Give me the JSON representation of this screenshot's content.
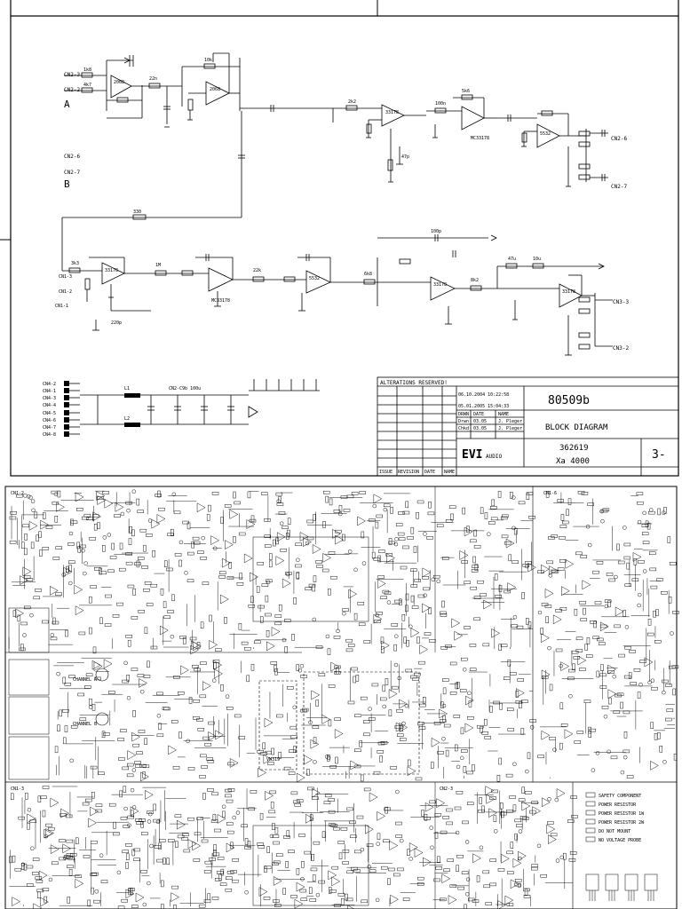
{
  "top_sheet": {
    "ports": {
      "cn2_3": "CN2-3",
      "cn2_2": "CN2-2",
      "cn2_6": "CN2-6",
      "cn2_7": "CN2-7",
      "in_a": "A",
      "in_b": "B",
      "cn3_3": "CN3-3",
      "cn3_2": "CN3-2",
      "cn1_3": "CN1-3",
      "cn1_2": "CN1-2",
      "cn1_1": "CN1-1"
    },
    "opamp_labels": {
      "u1": "2068",
      "u2": "2068",
      "u3": "33178",
      "u4": "MC33178",
      "u5": "5532",
      "u6": "33178",
      "u7": "MC33178",
      "u8": "5532",
      "u9": "33178",
      "u10": "33178"
    },
    "component_labels": [
      "1k8",
      "4k7",
      "22n",
      "10k",
      "2k2",
      "47p",
      "100n",
      "5k6",
      "330",
      "3k3",
      "220p",
      "1M",
      "22k",
      "6k8",
      "8k2",
      "47u",
      "100p",
      "10u"
    ],
    "power_section": {
      "label_l1": "L1",
      "label_l2": "L2",
      "cap_label": "CN2-C9b 100u",
      "connectors": [
        "CN4-2",
        "CN4-1",
        "CN4-3",
        "CN4-4",
        "CN4-5",
        "CN4-6",
        "CN4-7",
        "CN4-8"
      ]
    },
    "title_block": {
      "alterations": "ALTERATIONS RESERVED!",
      "drawing_number": "80509b",
      "title": "BLOCK DIAGRAM",
      "part_number": "362619",
      "model": "Xa 4000",
      "page": "3-",
      "company_logo": "EVI",
      "company_word": "AUDIO",
      "date_row1": "06.10.2004 10:22:58",
      "date_row2": "05.01.2005 15:04:33",
      "name1": "J. Pleger",
      "name2": "J. Pleger",
      "rev_headers": [
        "ISSUE",
        "REVISION",
        "DATE",
        "NAME"
      ],
      "hdr_drwn": "DRWN",
      "hdr_date": "DATE",
      "hdr_name": "NAME",
      "row_drwn": "03.05",
      "row_chkd": "03.05",
      "lbl_drwn": "Drwn",
      "lbl_chkd": "Chkd"
    }
  },
  "bottom_sheet": {
    "channel_a": "CHANNEL A",
    "channel_b": "CHANNEL B",
    "ic_label": "VM319",
    "legend_items": [
      "SAFETY COMPONENT",
      "POWER RESISTOR",
      "POWER RESISTOR 1W",
      "POWER RESISTOR 2W",
      "DO NOT MOUNT",
      "NO VOLTAGE PROBE"
    ],
    "side_labels": [
      "CN1-2",
      "CN1-3",
      "CN1-6",
      "CN2-3"
    ]
  }
}
